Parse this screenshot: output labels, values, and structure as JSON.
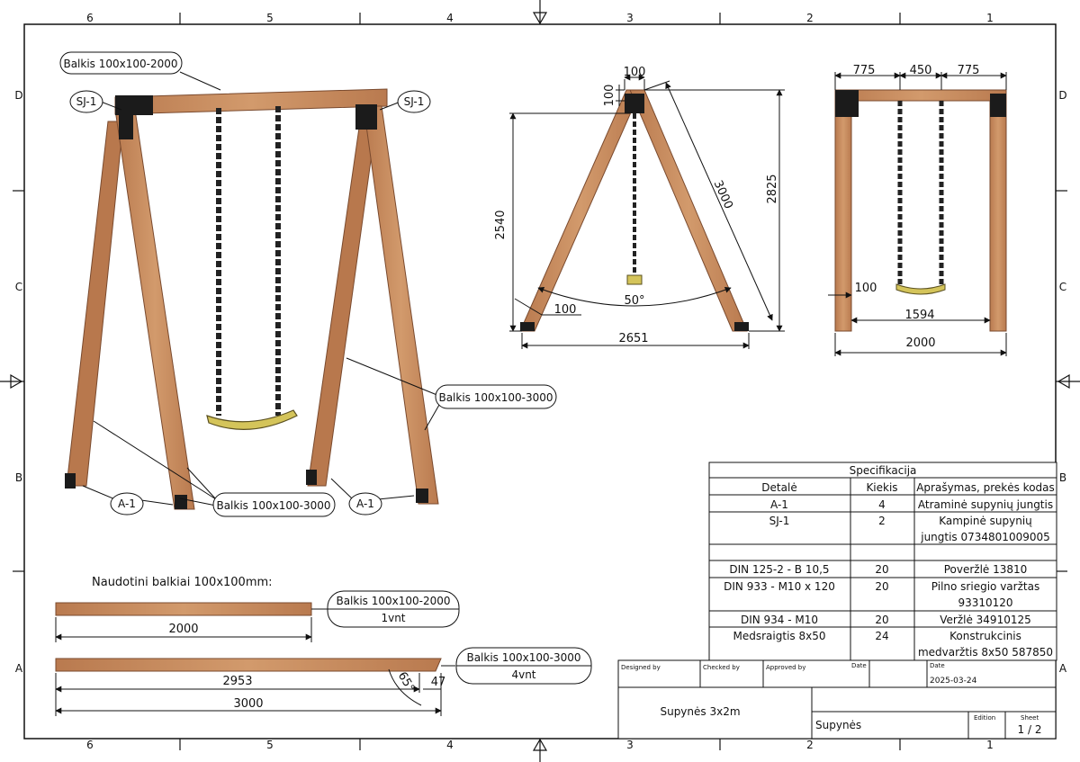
{
  "colors": {
    "wood": "#c98a5e",
    "wood_dark": "#9a6340",
    "bracket": "#1b1b1b",
    "seat": "#d4c45a",
    "line": "#111111"
  },
  "border": {
    "columns_top": [
      "6",
      "5",
      "4",
      "3",
      "2",
      "1"
    ],
    "columns_bottom": [
      "6",
      "5",
      "4",
      "3",
      "2",
      "1"
    ],
    "rows_left": [
      "D",
      "C",
      "B",
      "A"
    ],
    "rows_right": [
      "D",
      "C",
      "B",
      "A"
    ]
  },
  "perspective": {
    "callouts": {
      "top_beam": "Balkis 100x100-2000",
      "sj_left": "SJ-1",
      "sj_right": "SJ-1",
      "leg_right": "Balkis 100x100-3000",
      "legs_bottom": "Balkis 100x100-3000",
      "a_left": "A-1",
      "a_right": "A-1"
    }
  },
  "side_view": {
    "dims": {
      "top_w": "100",
      "top_h": "100",
      "height_outer": "2540",
      "height_total": "2825",
      "leg_length": "3000",
      "angle": "50°",
      "foot": "100",
      "base": "2651"
    }
  },
  "front_view": {
    "dims": {
      "left": "775",
      "middle": "450",
      "right": "775",
      "post": "100",
      "inner": "1594",
      "overall": "2000"
    }
  },
  "beams": {
    "heading": "Naudotini balkiai 100x100mm:",
    "short": {
      "label": "Balkis 100x100-2000",
      "qty": "1vnt",
      "dim": "2000"
    },
    "long": {
      "label": "Balkis 100x100-3000",
      "qty": "4vnt",
      "dim_a": "2953",
      "dim_total": "3000",
      "angle": "65°",
      "cut": "47"
    }
  },
  "spec": {
    "title": "Specifikacija",
    "headers": [
      "Detalė",
      "Kiekis",
      "Aprašymas, prekės kodas"
    ],
    "rows": [
      {
        "part": "A-1",
        "qty": "4",
        "desc1": "Atraminė supynių jungtis",
        "desc2": ""
      },
      {
        "part": "SJ-1",
        "qty": "2",
        "desc1": "Kampinė supynių",
        "desc2": "jungtis 0734801009005"
      },
      {
        "part": "",
        "qty": "",
        "desc1": "",
        "desc2": ""
      },
      {
        "part": "DIN 125-2 - B 10,5",
        "qty": "20",
        "desc1": "Poveržlė 13810",
        "desc2": ""
      },
      {
        "part": "DIN 933 - M10  x 120",
        "qty": "20",
        "desc1": "Pilno sriegio varžtas",
        "desc2": "93310120"
      },
      {
        "part": "DIN 934 - M10",
        "qty": "20",
        "desc1": "Veržlė 34910125",
        "desc2": ""
      },
      {
        "part": "Medsraigtis 8x50",
        "qty": "24",
        "desc1": "Konstrukcinis",
        "desc2": "medvaržtis 8x50 587850"
      }
    ]
  },
  "title_block": {
    "designed_by": "Designed by",
    "checked_by": "Checked by",
    "approved_by": "Approved by",
    "date_label": "Date",
    "date_label2": "Date",
    "date_value": "2025-03-24",
    "title": "Supynės 3x2m",
    "name": "Supynės",
    "edition": "Edition",
    "sheet_label": "Sheet",
    "sheet_value": "1 / 2"
  }
}
